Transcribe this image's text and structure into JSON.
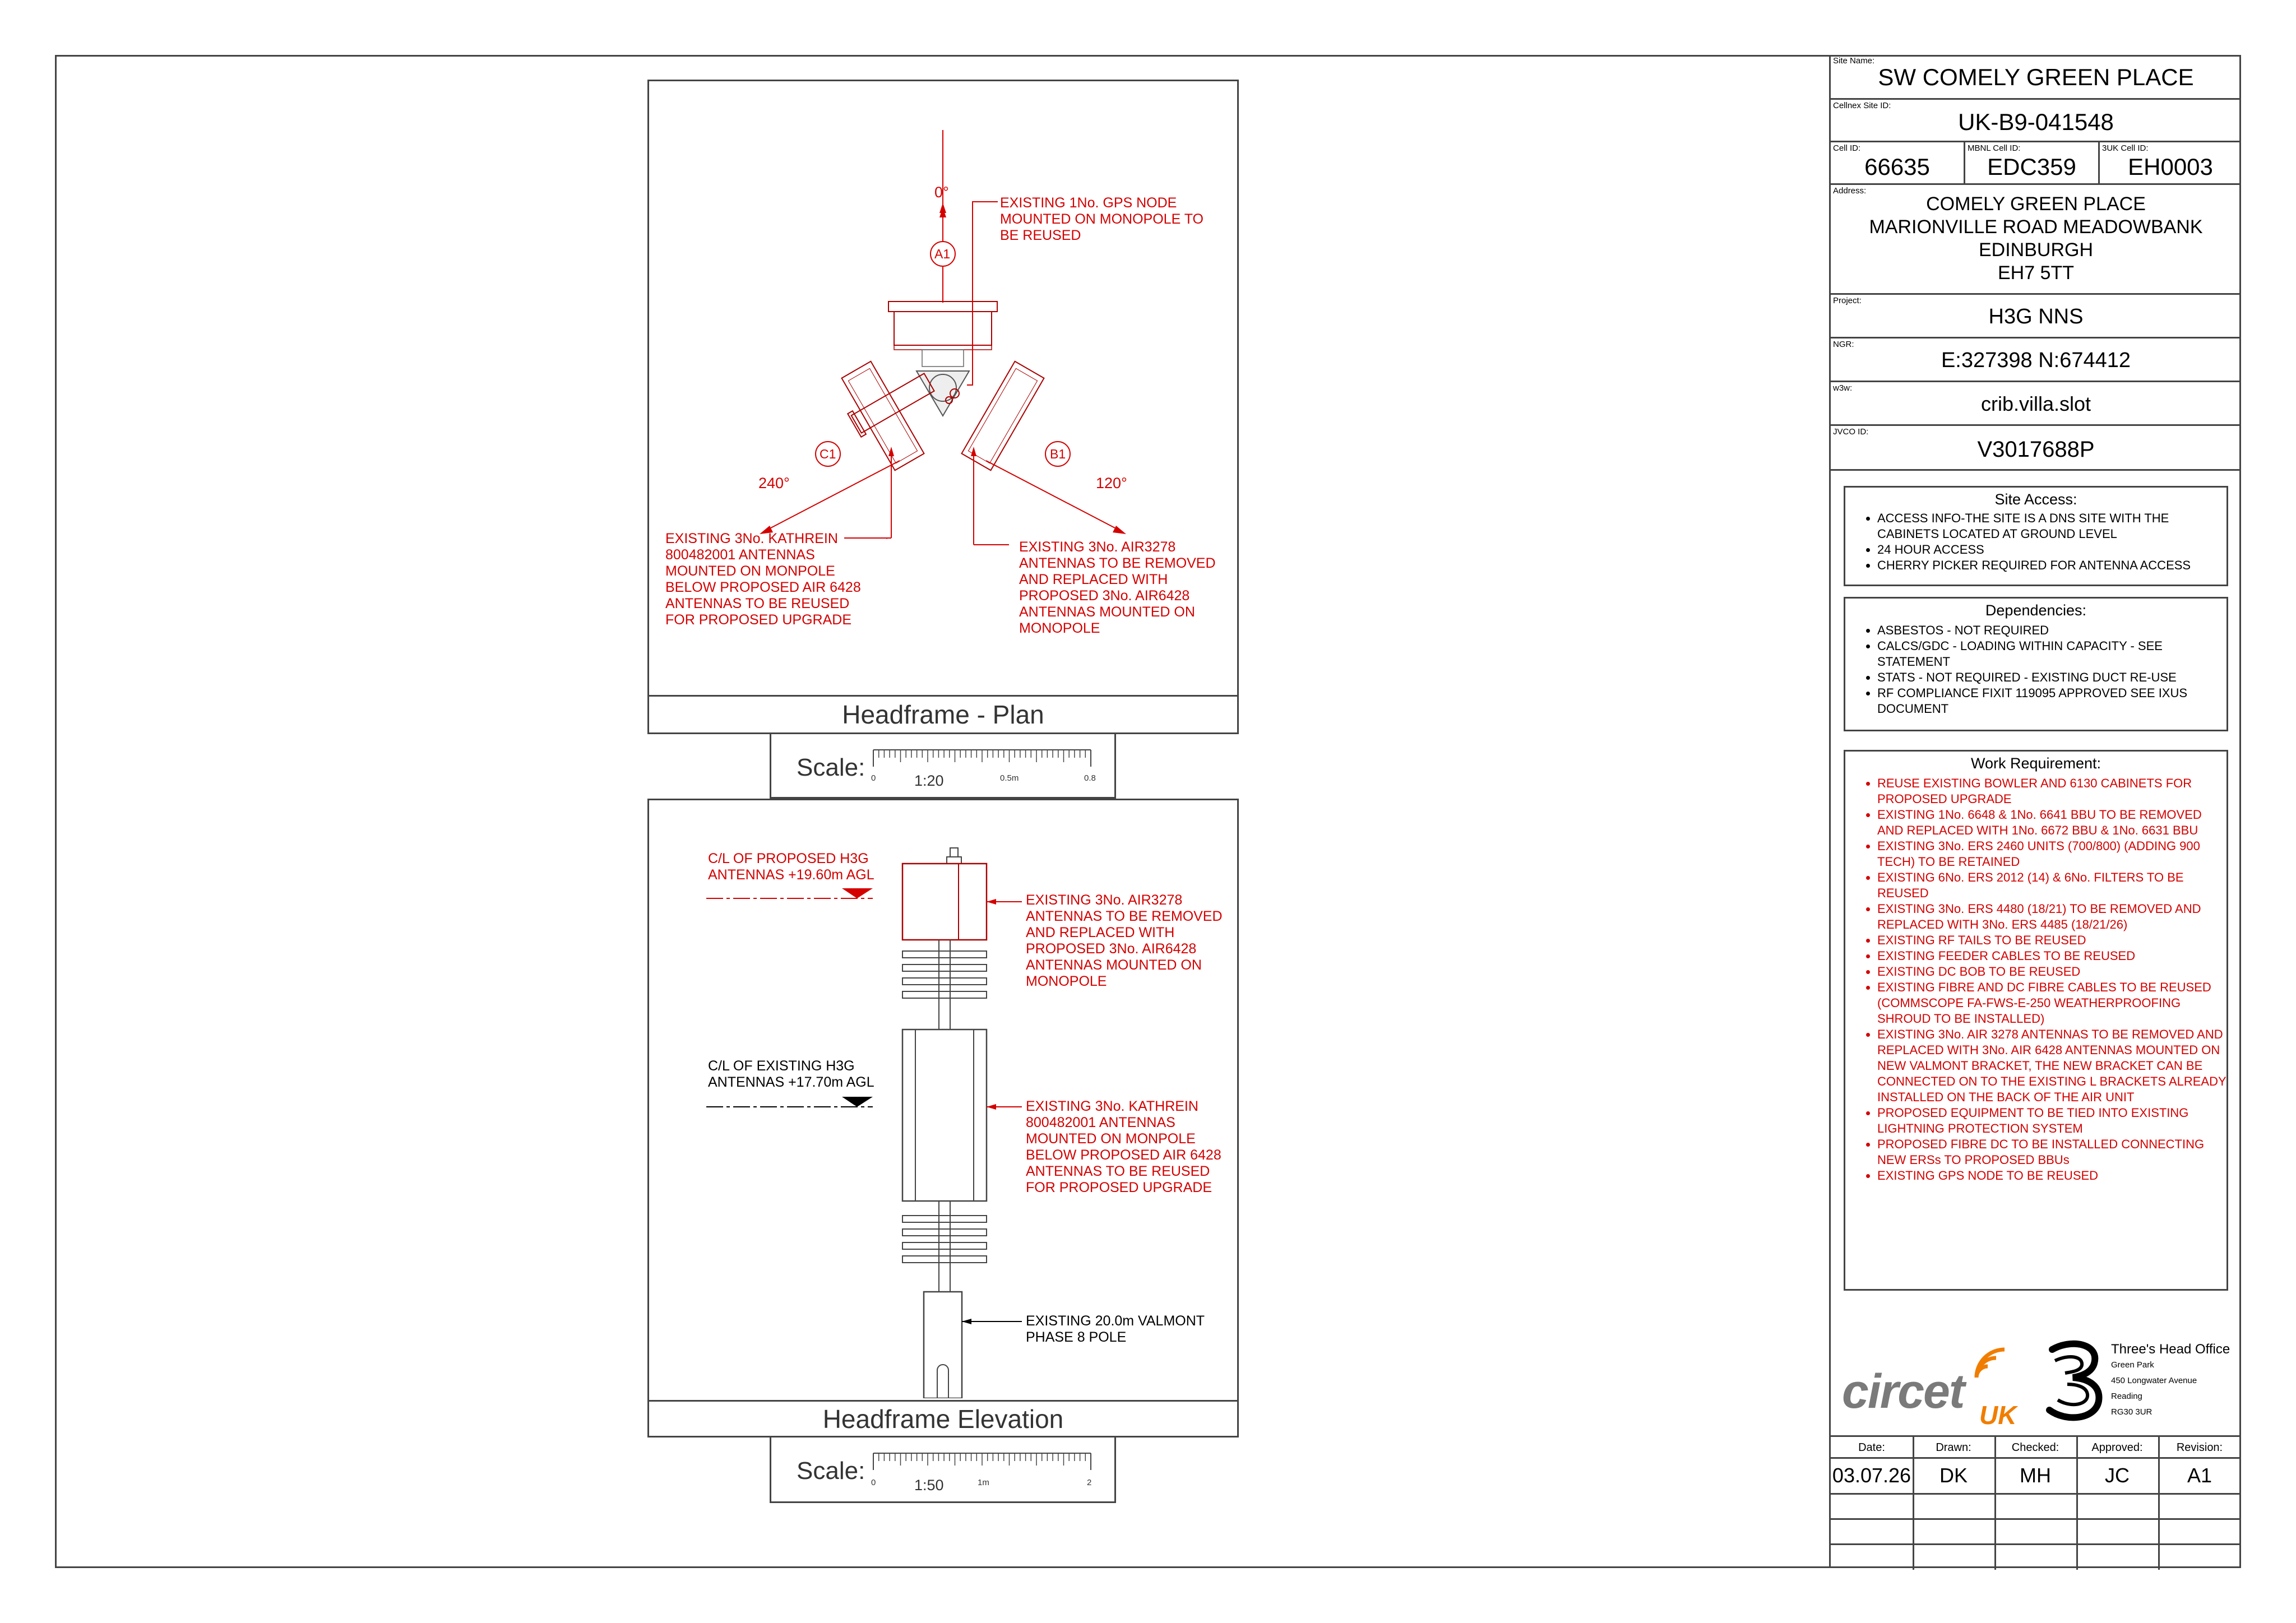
{
  "site": {
    "site_name_label": "Site Name:",
    "site_name": "SW COMELY GREEN PLACE",
    "cellnex_label": "Cellnex Site ID:",
    "cellnex_id": "UK-B9-041548",
    "cell_id_label": "Cell ID:",
    "cell_id": "66635",
    "mbnl_label": "MBNL Cell ID:",
    "mbnl_id": "EDC359",
    "three_uk_label": "3UK Cell ID:",
    "three_uk_id": "EH0003",
    "address_label": "Address:",
    "address_1": "COMELY GREEN PLACE",
    "address_2": "MARIONVILLE ROAD MEADOWBANK",
    "address_3": "EDINBURGH",
    "address_4": "EH7 5TT",
    "project_label": "Project:",
    "project": "H3G NNS",
    "ngr_label": "NGR:",
    "ngr": "E:327398 N:674412",
    "w3w_label": "w3w:",
    "w3w": "crib.villa.slot",
    "jvco_label": "JVCO ID:",
    "jvco_id": "V3017688P"
  },
  "site_access": {
    "title": "Site Access:",
    "items": [
      "ACCESS INFO-THE SITE IS A DNS SITE WITH THE CABINETS LOCATED AT GROUND LEVEL",
      "24 HOUR ACCESS",
      "CHERRY PICKER REQUIRED FOR ANTENNA ACCESS"
    ]
  },
  "dependencies": {
    "title": "Dependencies:",
    "items": [
      "ASBESTOS - NOT REQUIRED",
      "CALCS/GDC - LOADING WITHIN CAPACITY - SEE STATEMENT",
      "STATS - NOT REQUIRED - EXISTING DUCT RE-USE",
      "RF COMPLIANCE FIXIT 119095 APPROVED SEE IXUS DOCUMENT"
    ]
  },
  "work": {
    "title": "Work Requirement:",
    "items": [
      "REUSE EXISTING BOWLER AND 6130 CABINETS FOR PROPOSED UPGRADE",
      "EXISTING 1No. 6648 & 1No. 6641 BBU TO BE REMOVED AND REPLACED WITH 1No. 6672 BBU & 1No. 6631 BBU",
      "EXISTING 3No. ERS 2460 UNITS (700/800) (ADDING 900 TECH) TO BE RETAINED",
      "EXISTING 6No. ERS 2012 (14) & 6No. FILTERS TO BE REUSED",
      "EXISTING 3No. ERS 4480 (18/21) TO BE REMOVED AND REPLACED WITH 3No. ERS 4485 (18/21/26)",
      "EXISTING RF TAILS TO BE REUSED",
      "EXISTING FEEDER CABLES TO BE REUSED",
      "EXISTING DC BOB TO BE REUSED",
      "EXISTING FIBRE AND DC FIBRE CABLES TO BE REUSED (COMMSCOPE FA-FWS-E-250 WEATHERPROOFING SHROUD TO BE INSTALLED)",
      "EXISTING 3No. AIR 3278 ANTENNAS TO BE REMOVED AND REPLACED WITH 3No. AIR 6428 ANTENNAS MOUNTED ON NEW VALMONT BRACKET, THE NEW BRACKET CAN BE CONNECTED ON TO THE EXISTING L BRACKETS ALREADY INSTALLED ON THE BACK OF THE AIR UNIT",
      "PROPOSED EQUIPMENT TO BE TIED INTO EXISTING LIGHTNING PROTECTION SYSTEM",
      "PROPOSED FIBRE DC TO BE INSTALLED CONNECTING NEW ERSs TO PROPOSED BBUs",
      "EXISTING GPS NODE TO BE REUSED"
    ]
  },
  "logos": {
    "circet_text": "circet",
    "circet_uk": "UK",
    "three_office_title": "Three's Head Office",
    "three_office_lines": [
      "Green Park",
      "450 Longwater Avenue",
      "Reading",
      "RG30 3UR"
    ]
  },
  "revision": {
    "headers": [
      "Date:",
      "Drawn:",
      "Checked:",
      "Approved:",
      "Revision:"
    ],
    "row": [
      "03.07.26",
      "DK",
      "MH",
      "JC",
      "A1"
    ]
  },
  "plan": {
    "caption": "Headframe - Plan",
    "scale_label": "Scale:",
    "scale_ratio": "1:20",
    "ticks": [
      "0",
      "0.5m",
      "0.8"
    ],
    "deg_0": "0°",
    "deg_120": "120°",
    "deg_240": "240°",
    "sector_a": "A1",
    "sector_b": "B1",
    "sector_c": "C1",
    "note_gps": "EXISTING 1No. GPS NODE\nMOUNTED ON MONOPOLE TO\nBE REUSED",
    "note_kathrein": "EXISTING 3No. KATHREIN\n800482001 ANTENNAS\nMOUNTED ON MONPOLE\nBELOW PROPOSED AIR 6428\nANTENNAS TO BE REUSED\nFOR PROPOSED UPGRADE",
    "note_air": "EXISTING 3No. AIR3278\nANTENNAS TO BE REMOVED\nAND REPLACED WITH\nPROPOSED 3No. AIR6428\nANTENNAS MOUNTED ON\nMONOPOLE"
  },
  "elevation": {
    "caption": "Headframe Elevation",
    "scale_label": "Scale:",
    "scale_ratio": "1:50",
    "ticks": [
      "0",
      "1m",
      "2"
    ],
    "cl_proposed": "C/L OF PROPOSED H3G\nANTENNAS +19.60m AGL",
    "cl_existing": "C/L OF EXISTING H3G\nANTENNAS +17.70m AGL",
    "note_air": "EXISTING 3No. AIR3278\nANTENNAS TO BE REMOVED\nAND REPLACED WITH\nPROPOSED 3No. AIR6428\nANTENNAS MOUNTED ON\nMONOPOLE",
    "note_kathrein": "EXISTING 3No. KATHREIN\n800482001 ANTENNAS\nMOUNTED ON MONPOLE\nBELOW PROPOSED AIR 6428\nANTENNAS TO BE REUSED\nFOR PROPOSED UPGRADE",
    "note_pole": "EXISTING 20.0m VALMONT\nPHASE 8 POLE"
  },
  "colors": {
    "annotation": "#d40000",
    "line": "#444444",
    "brand_orange": "#f07d00",
    "brand_grey": "#7a7a7a"
  }
}
